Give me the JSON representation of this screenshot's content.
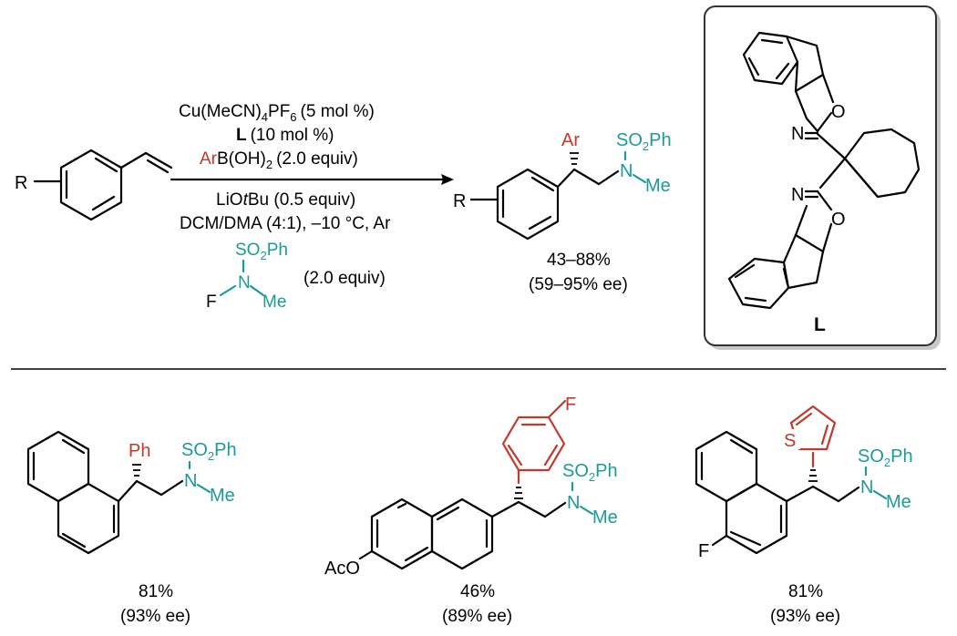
{
  "colors": {
    "aryl": "#c0392b",
    "sulfonamide": "#1b9a9a",
    "ink": "#000000"
  },
  "reaction": {
    "substrate_R": "R",
    "cond_catalyst": "Cu(MeCN)",
    "cond_catalyst_sub": "4",
    "cond_catalyst_tail": "PF",
    "cond_catalyst_sub2": "6",
    "cond_catalyst_amount": "(5 mol %)",
    "cond_ligand": "L",
    "cond_ligand_amount": "(10 mol %)",
    "cond_boron_ar": "Ar",
    "cond_boron_rest": "B(OH)",
    "cond_boron_sub": "2",
    "cond_boron_amount": "(2.0 equiv)",
    "cond_base_pre": "LiO",
    "cond_base_t": "t",
    "cond_base_post": "Bu (0.5 equiv)",
    "cond_solvent": "DCM/DMA (4:1), –10 °C, Ar",
    "reagent_equiv": "(2.0 equiv)",
    "product_R": "R",
    "product_ar": "Ar",
    "product_yield": "43–88%",
    "product_ee": "(59–95% ee)"
  },
  "ligand": {
    "label": "L"
  },
  "examples": [
    {
      "aryl": "Ph",
      "yield": "81%",
      "ee": "(93% ee)"
    },
    {
      "substituent": "F",
      "extra": "AcO",
      "yield": "46%",
      "ee": "(89% ee)"
    },
    {
      "hetero": "S",
      "substituent": "F",
      "yield": "81%",
      "ee": "(93% ee)"
    }
  ],
  "fragments": {
    "so2ph_a": "SO",
    "so2ph_sub": "2",
    "so2ph_b": "Ph",
    "n": "N",
    "me": "Me",
    "f": "F",
    "o": "O"
  }
}
